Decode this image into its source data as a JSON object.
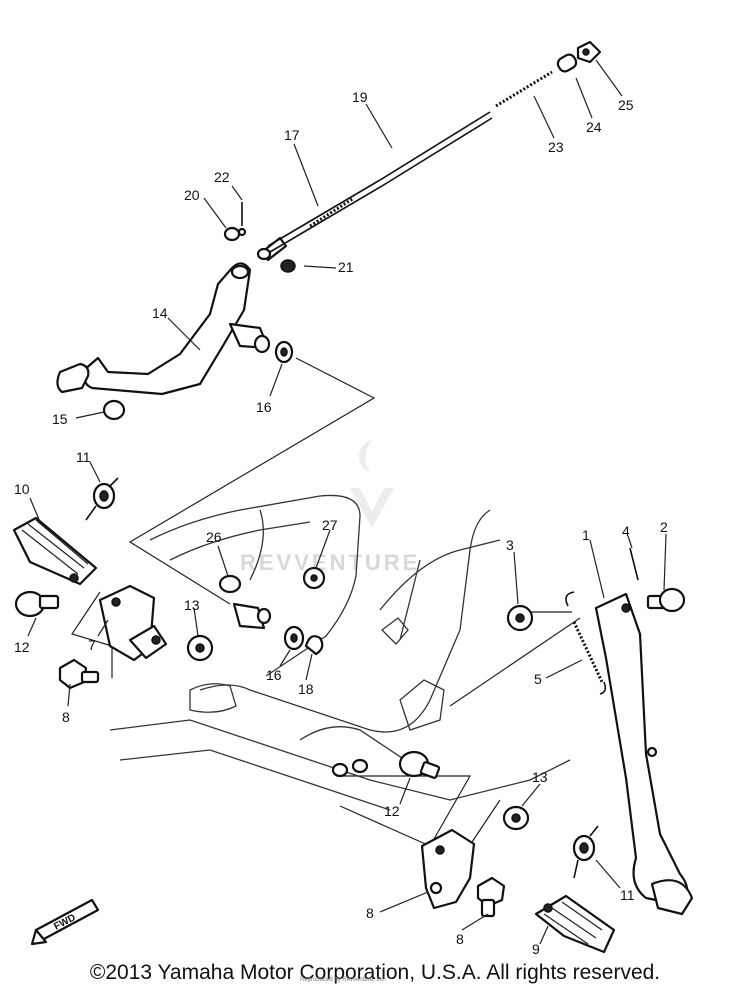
{
  "callouts": [
    {
      "id": "c1",
      "text": "1"
    },
    {
      "id": "c2",
      "text": "2"
    },
    {
      "id": "c3",
      "text": "3"
    },
    {
      "id": "c4",
      "text": "4"
    },
    {
      "id": "c5",
      "text": "5"
    },
    {
      "id": "c7",
      "text": "7"
    },
    {
      "id": "c8a",
      "text": "8"
    },
    {
      "id": "c8b",
      "text": "8"
    },
    {
      "id": "c8c",
      "text": "8"
    },
    {
      "id": "c9",
      "text": "9"
    },
    {
      "id": "c10",
      "text": "10"
    },
    {
      "id": "c11a",
      "text": "11"
    },
    {
      "id": "c11b",
      "text": "11"
    },
    {
      "id": "c12a",
      "text": "12"
    },
    {
      "id": "c12b",
      "text": "12"
    },
    {
      "id": "c13a",
      "text": "13"
    },
    {
      "id": "c13b",
      "text": "13"
    },
    {
      "id": "c14",
      "text": "14"
    },
    {
      "id": "c15",
      "text": "15"
    },
    {
      "id": "c16a",
      "text": "16"
    },
    {
      "id": "c16b",
      "text": "16"
    },
    {
      "id": "c17",
      "text": "17"
    },
    {
      "id": "c18",
      "text": "18"
    },
    {
      "id": "c19",
      "text": "19"
    },
    {
      "id": "c20",
      "text": "20"
    },
    {
      "id": "c21",
      "text": "21"
    },
    {
      "id": "c22",
      "text": "22"
    },
    {
      "id": "c23",
      "text": "23"
    },
    {
      "id": "c24",
      "text": "24"
    },
    {
      "id": "c25",
      "text": "25"
    },
    {
      "id": "c26",
      "text": "26"
    },
    {
      "id": "c27",
      "text": "27"
    }
  ],
  "fwd_label": "FWD",
  "watermark": "REVVENTURE",
  "copyright": "©2013 Yamaha Motor Corporation, U.S.A. All rights reserved.",
  "credit": "Reproduced by Revventure, Inc."
}
